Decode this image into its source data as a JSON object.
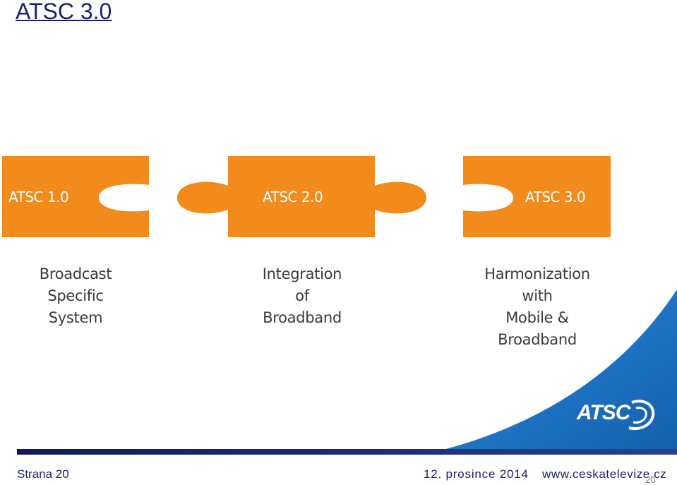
{
  "title": "ATSC 3.0",
  "pieces": [
    {
      "label": "ATSC 1.0"
    },
    {
      "label": "ATSC 2.0"
    },
    {
      "label": "ATSC 3.0"
    }
  ],
  "captions": [
    {
      "lines": [
        "Broadcast",
        "Specific",
        "System"
      ]
    },
    {
      "lines": [
        "Integration",
        "of",
        "Broadband"
      ]
    },
    {
      "lines": [
        "Harmonization",
        "with",
        "Mobile &",
        "Broadband"
      ]
    }
  ],
  "logo": {
    "text": "ATSC"
  },
  "footer": {
    "left": "Strana 20",
    "date": "12. prosince 2014",
    "url": "www.ceskatelevize.cz",
    "page_number": "20"
  },
  "colors": {
    "piece_fill": "#f28a1c",
    "title": "#1e1e6e",
    "swoosh": "#1c73c4"
  }
}
